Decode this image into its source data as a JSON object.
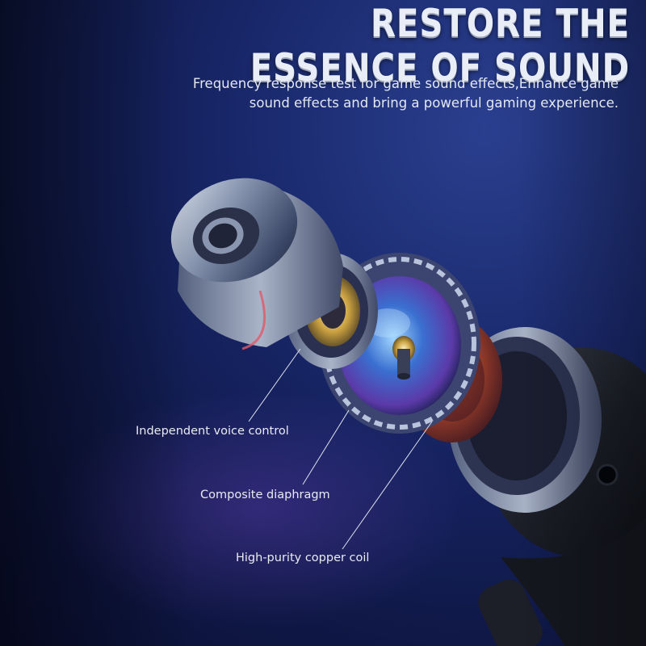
{
  "headline": "RESTORE THE ESSENCE OF SOUND",
  "subtitle": {
    "line1": "Frequency response test for game sound effects,Enhance game",
    "line2": "sound effects and bring a powerful gaming experience."
  },
  "callouts": {
    "voice_control": "Independent voice control",
    "diaphragm": "Composite diaphragm",
    "copper_coil": "High-purity copper coil"
  },
  "colors": {
    "background_top": "#2a3f8f",
    "background_bottom": "#0a0f33",
    "text": "#e9edf5"
  }
}
